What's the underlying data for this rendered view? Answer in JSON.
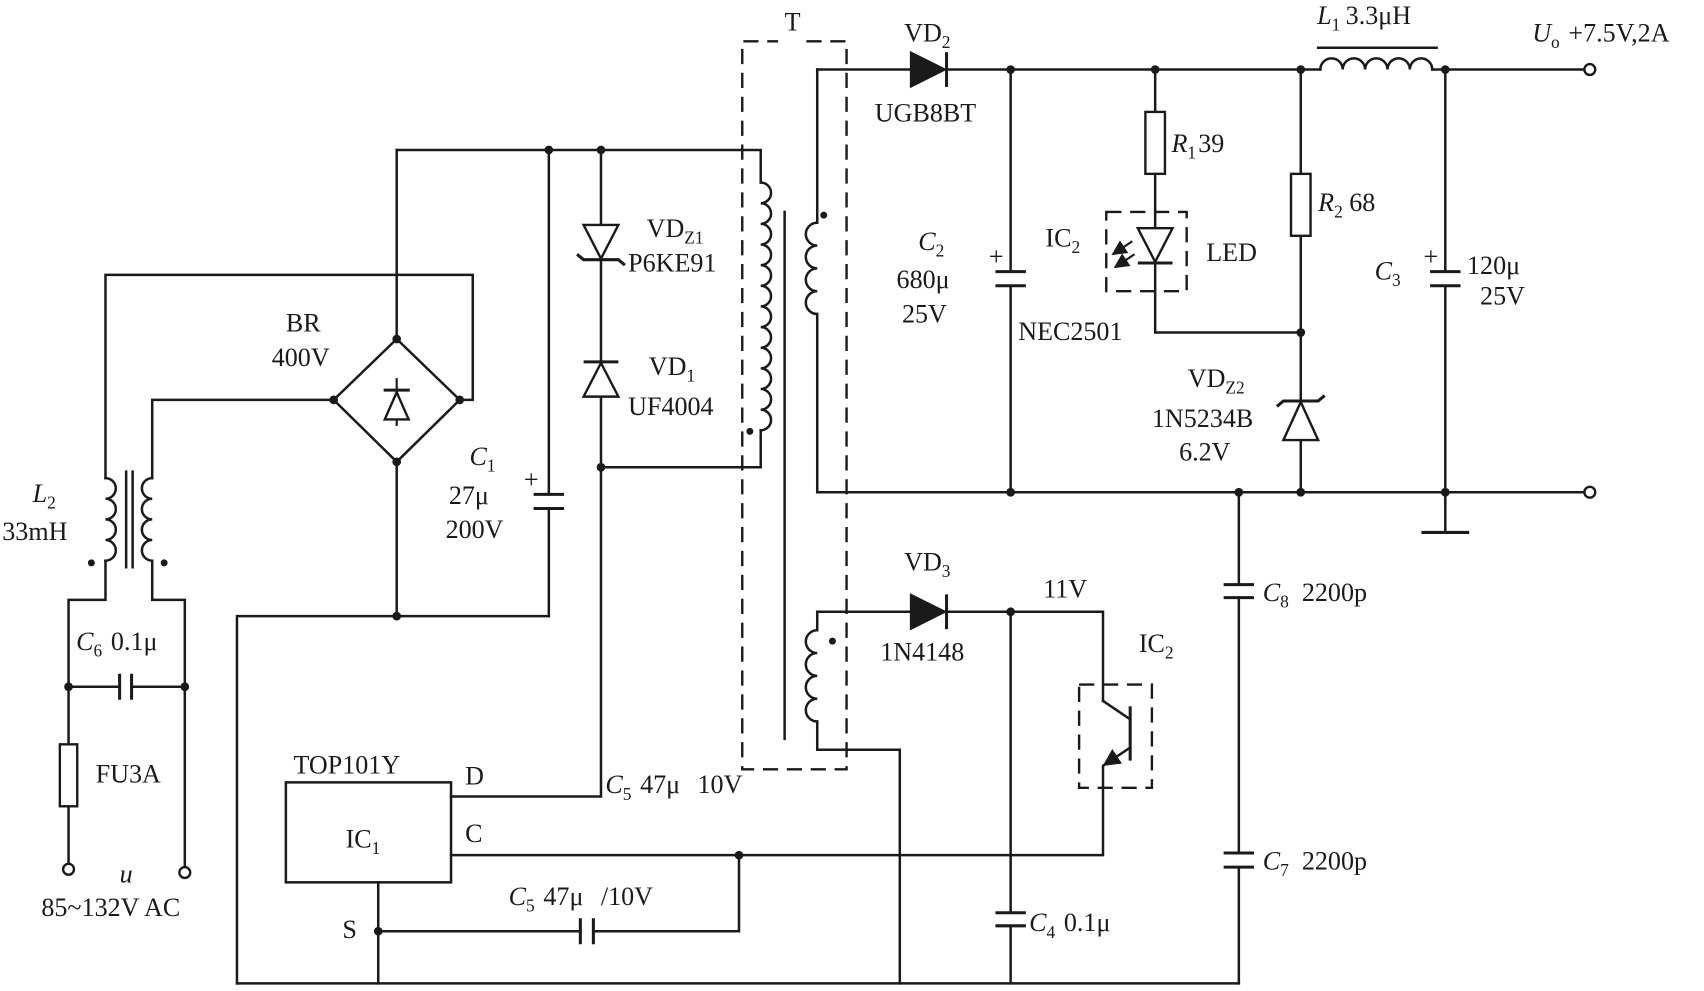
{
  "transformer": {
    "label": "T"
  },
  "vd2": {
    "name": "VD",
    "sub": "2",
    "part": "UGB8BT"
  },
  "l1": {
    "name": "L",
    "sub": "1",
    "value": "3.3μH"
  },
  "output": {
    "name": "U",
    "sub": "o",
    "value": "+7.5V,2A"
  },
  "r1": {
    "name": "R",
    "sub": "1",
    "value": "39"
  },
  "r2": {
    "name": "R",
    "sub": "2",
    "value": "68"
  },
  "optocoupler": {
    "led": {
      "name": "IC",
      "sub": "2",
      "type": "LED"
    },
    "part": "NEC2501",
    "transistor": {
      "name": "IC",
      "sub": "2"
    }
  },
  "c2": {
    "name": "C",
    "sub": "2",
    "value": "680μ",
    "voltage": "25V",
    "polarity": "+"
  },
  "c3": {
    "name": "C",
    "sub": "3",
    "value": "120μ",
    "voltage": "25V",
    "polarity": "+"
  },
  "vdz2": {
    "name": "VD",
    "sub": "Z2",
    "part": "1N5234B",
    "voltage": "6.2V"
  },
  "vdz1": {
    "name": "VD",
    "sub": "Z1",
    "part": "P6KE91"
  },
  "vd1": {
    "name": "VD",
    "sub": "1",
    "part": "UF4004"
  },
  "br": {
    "name": "BR",
    "voltage": "400V"
  },
  "c1": {
    "name": "C",
    "sub": "1",
    "value": "27μ",
    "voltage": "200V",
    "polarity": "+"
  },
  "l2": {
    "name": "L",
    "sub": "2",
    "value": "33mH"
  },
  "c6": {
    "name": "C",
    "sub": "6",
    "value": "0.1μ"
  },
  "fuse": {
    "label": "FU3A"
  },
  "input": {
    "name": "u",
    "value": "85~132V AC"
  },
  "vd3": {
    "name": "VD",
    "sub": "3",
    "part": "1N4148"
  },
  "bias": {
    "voltage": "11V"
  },
  "c8": {
    "name": "C",
    "sub": "8",
    "value": "2200p"
  },
  "c7": {
    "name": "C",
    "sub": "7",
    "value": "2200p"
  },
  "ic1": {
    "part": "TOP101Y",
    "name": "IC",
    "sub": "1",
    "pin_drain": "D",
    "pin_control": "C",
    "pin_source": "S"
  },
  "c5_top": {
    "name": "C",
    "sub": "5",
    "value": "47μ",
    "voltage": "10V"
  },
  "c5_bottom": {
    "name": "C",
    "sub": "5",
    "value": "47μ",
    "voltage": "/10V"
  },
  "c4": {
    "name": "C",
    "sub": "4",
    "value": "0.1μ"
  }
}
